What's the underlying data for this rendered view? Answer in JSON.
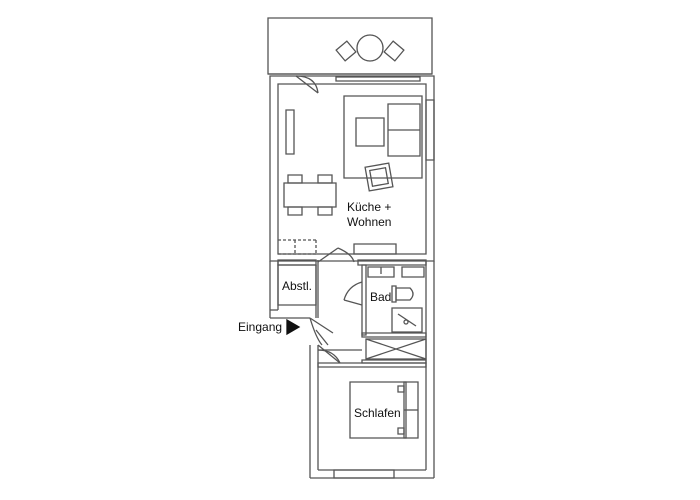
{
  "rooms": {
    "kitchen_living_line1": "Küche +",
    "kitchen_living_line2": "Wohnen",
    "storage": "Abstl.",
    "bath": "Bad",
    "bedroom": "Schlafen"
  },
  "entrance_label": "Eingang",
  "colors": {
    "wall": "#555555",
    "fill": "#ffffff",
    "line": "#444444",
    "label": "#111111"
  }
}
